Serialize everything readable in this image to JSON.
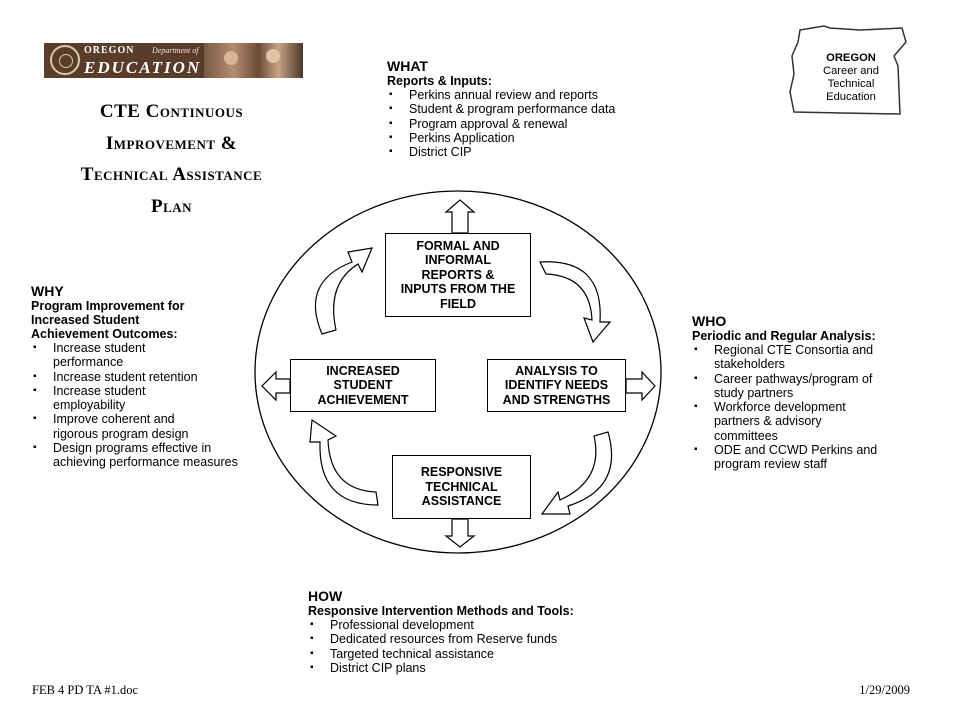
{
  "logo": {
    "state": "OREGON",
    "department": "Department of",
    "agency": "EDUCATION"
  },
  "title_lines": [
    "CTE Continuous",
    "Improvement &",
    "Technical Assistance",
    "Plan"
  ],
  "what": {
    "heading": "WHAT",
    "subheading": "Reports & Inputs:",
    "items": [
      "Perkins annual review and reports",
      "Student & program performance data",
      "Program approval & renewal",
      "Perkins Application",
      "District CIP"
    ]
  },
  "why": {
    "heading": "WHY",
    "subheading_lines": [
      "Program Improvement for",
      "Increased Student",
      "Achievement Outcomes:"
    ],
    "items": [
      "Increase student performance",
      "Increase student retention",
      "Increase student employability",
      "Improve coherent and rigorous program design",
      "Design programs effective in achieving performance measures"
    ]
  },
  "who": {
    "heading": "WHO",
    "subheading": "Periodic and Regular Analysis:",
    "items": [
      "Regional CTE Consortia and stakeholders",
      "Career pathways/program of study partners",
      "Workforce development partners & advisory committees",
      "ODE and CCWD Perkins and program review staff"
    ]
  },
  "how": {
    "heading": "HOW",
    "subheading": "Responsive Intervention Methods and Tools:",
    "items": [
      "Professional development",
      "Dedicated resources from Reserve funds",
      "Targeted technical assistance",
      "District CIP plans"
    ]
  },
  "map_label": [
    "OREGON",
    "Career and",
    "Technical",
    "Education"
  ],
  "cycle_boxes": {
    "top": [
      "FORMAL AND",
      "INFORMAL",
      "REPORTS &",
      "INPUTS FROM THE",
      "FIELD"
    ],
    "right": [
      "ANALYSIS TO",
      "IDENTIFY NEEDS",
      "AND STRENGTHS"
    ],
    "bottom": [
      "RESPONSIVE",
      "TECHNICAL",
      "ASSISTANCE"
    ],
    "left": [
      "INCREASED",
      "STUDENT",
      "ACHIEVEMENT"
    ]
  },
  "footer": {
    "filename": "FEB 4 PD TA #1.doc",
    "date": "1/29/2009"
  }
}
